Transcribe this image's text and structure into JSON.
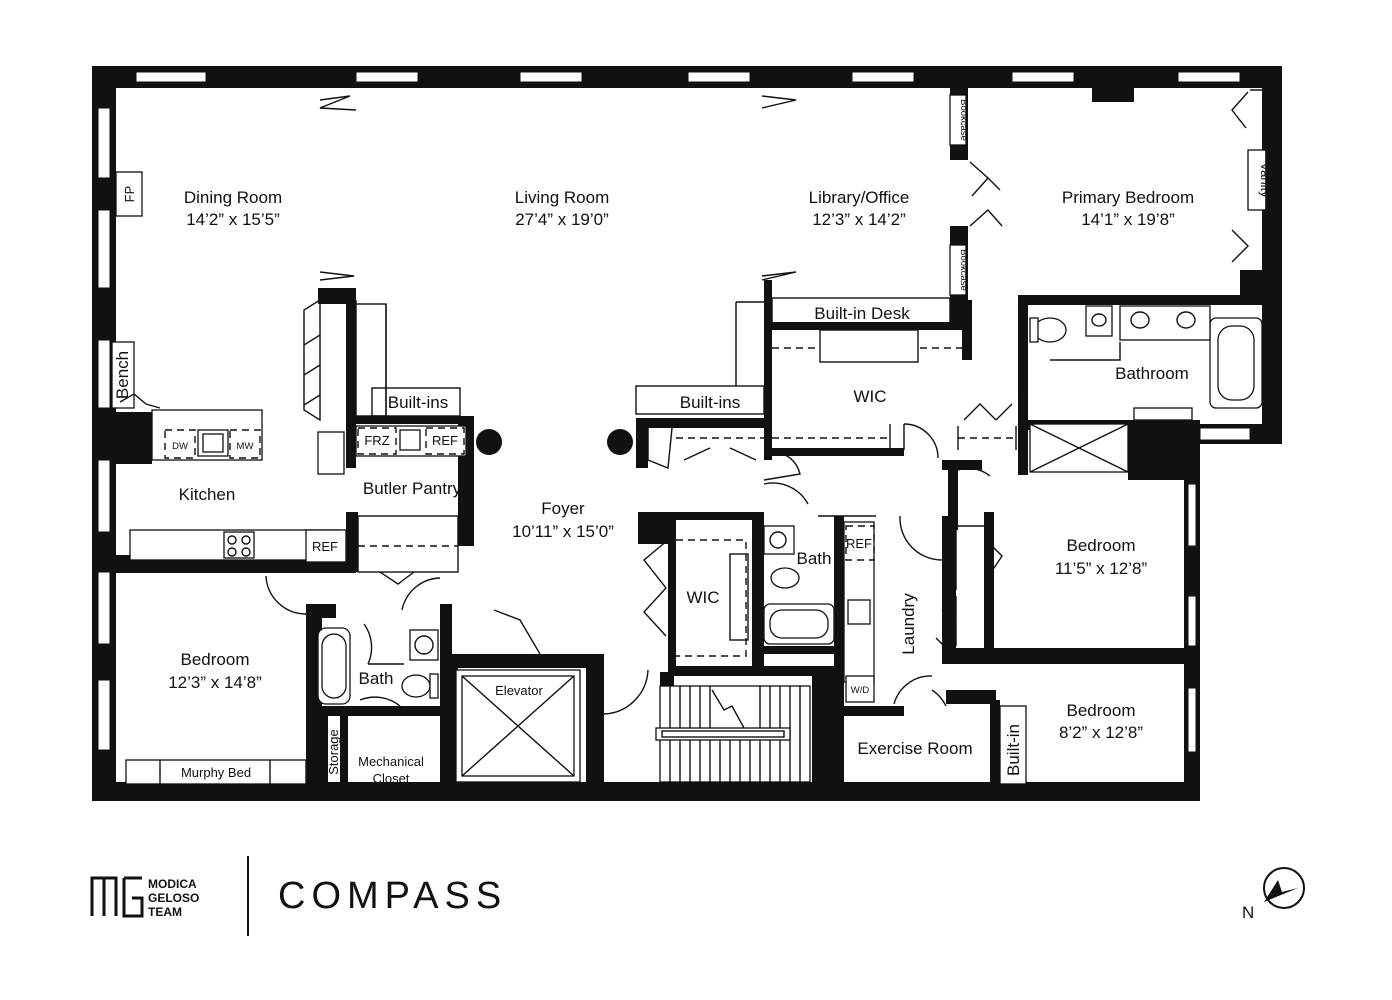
{
  "rooms": {
    "dining": {
      "name": "Dining Room",
      "size": "14’2” x 15’5”"
    },
    "living": {
      "name": "Living Room",
      "size": "27’4” x 19’0”"
    },
    "library": {
      "name": "Library/Office",
      "size": "12’3” x 14’2”"
    },
    "primary": {
      "name": "Primary Bedroom",
      "size": "14’1” x 19’8”"
    },
    "foyer": {
      "name": "Foyer",
      "size": "10’11” x 15’0”"
    },
    "bedroom_w": {
      "name": "Bedroom",
      "size": "12’3” x 14’8”"
    },
    "bedroom_e1": {
      "name": "Bedroom",
      "size": "11’5” x 12’8”"
    },
    "bedroom_e2": {
      "name": "Bedroom",
      "size": "8’2” x 12’8”"
    },
    "kitchen": "Kitchen",
    "butler_pantry": "Butler Pantry",
    "bathroom": "Bathroom",
    "bath_a": "Bath",
    "bath_b": "Bath",
    "wic_a": "WIC",
    "wic_b": "WIC",
    "laundry": "Laundry",
    "exercise": "Exercise Room",
    "elevator": "Elevator",
    "storage": "Storage",
    "mechanical_1": "Mechanical",
    "mechanical_2": "Closet"
  },
  "fixtures": {
    "builtins_a": "Built-ins",
    "builtins_b": "Built-ins",
    "builtin_desk": "Built-in Desk",
    "builtin_c": "Built-in",
    "bookcase_1": "Bookcase",
    "bookcase_2": "Bookcase",
    "vanity": "Vanity",
    "fp": "FP",
    "bench": "Bench",
    "dw": "DW",
    "mw": "MW",
    "frz": "FRZ",
    "ref_1": "REF",
    "ref_2": "REF",
    "ref_3": "REF",
    "wd": "W/D",
    "murphy_bed": "Murphy Bed"
  },
  "brand": {
    "modica_1": "MODICA",
    "modica_2": "GELOSO",
    "modica_3": "TEAM",
    "compass": "COMPASS"
  },
  "compass_rose": {
    "letter": "N"
  }
}
